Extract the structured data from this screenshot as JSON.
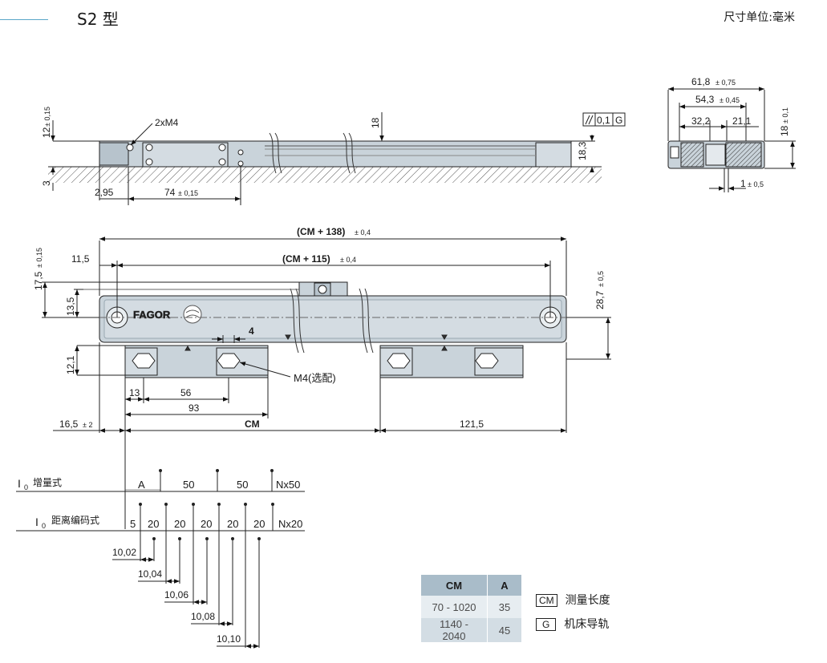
{
  "header": {
    "title": "S2 型",
    "unit_note": "尺寸单位:毫米"
  },
  "top_view": {
    "dims": {
      "d12": "12",
      "d12_tol": "± 0,15",
      "d3": "3",
      "d2xM4": "2xM4",
      "d18": "18",
      "d18_3": "18,3",
      "d2_95": "2,95",
      "d74": "74",
      "d74_tol": "± 0,15",
      "parallel_val": "0,1",
      "parallel_ref": "G"
    }
  },
  "section_view": {
    "dims": {
      "d61_8": "61,8",
      "d61_8_tol": "± 0,75",
      "d54_3": "54,3",
      "d54_3_tol": "± 0,45",
      "d32_2": "32,2",
      "d21_1": "21,1",
      "d18": "18",
      "d18_tol": "± 0,1",
      "d1": "1",
      "d1_tol": "± 0,5"
    }
  },
  "front_view": {
    "logo": "FAGOR",
    "dims": {
      "cm138": "(CM + 138)",
      "cm138_tol": "± 0,4",
      "cm115": "(CM + 115)",
      "cm115_tol": "± 0,4",
      "d11_5": "11,5",
      "d17_5": "17,5",
      "d17_5_tol": "± 0,15",
      "d13_5": "13,5",
      "d28_7": "28,7",
      "d28_7_tol": "± 0,5",
      "d4": "4",
      "d12_1": "12,1",
      "m4": "M4(选配)",
      "d13": "13",
      "d56": "56",
      "d93": "93",
      "d16_5": "16,5",
      "d16_5_tol": "± 2",
      "cm": "CM",
      "d121_5": "121,5"
    }
  },
  "reference_marks": {
    "incremental": {
      "symbol": "I",
      "sub": "0",
      "label": "增量式",
      "a": "A",
      "p1": "50",
      "p2": "50",
      "n": "Nx50"
    },
    "coded": {
      "symbol": "I",
      "sub": "0",
      "label": "距离编码式",
      "first": "5",
      "pitch": [
        "20",
        "20",
        "20",
        "20",
        "20"
      ],
      "n": "Nx20"
    },
    "offsets": [
      "10,02",
      "10,04",
      "10,06",
      "10,08",
      "10,10"
    ]
  },
  "table": {
    "headers": [
      "CM",
      "A"
    ],
    "rows": [
      [
        "70 - 1020",
        "35"
      ],
      [
        "1140 - 2040",
        "45"
      ]
    ]
  },
  "legend": [
    {
      "key": "CM",
      "text": "测量长度"
    },
    {
      "key": "G",
      "text": "机床导轨"
    }
  ]
}
